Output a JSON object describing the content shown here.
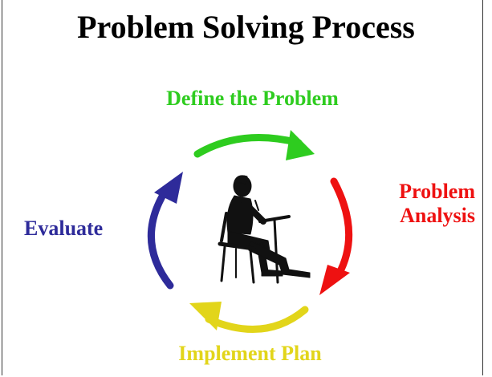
{
  "title": "Problem Solving Process",
  "steps": {
    "define": {
      "label": "Define the Problem",
      "color": "#2ecc1f"
    },
    "analysis": {
      "line1": "Problem",
      "line2": "Analysis",
      "color": "#ee1111"
    },
    "implement": {
      "label": "Implement Plan",
      "color": "#e2d51a"
    },
    "evaluate": {
      "label": "Evaluate",
      "color": "#2e2b9a"
    }
  },
  "center_image": {
    "icon": "seated-thinker-icon"
  }
}
